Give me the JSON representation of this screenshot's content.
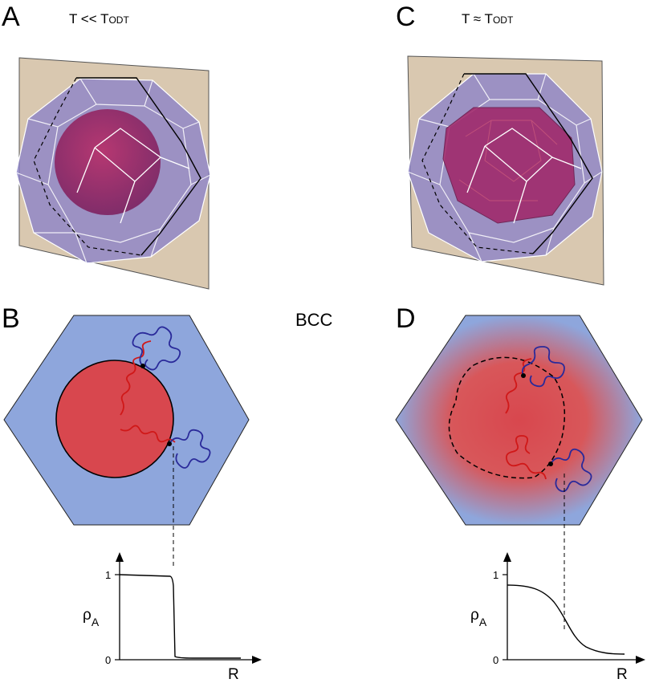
{
  "panels": {
    "A": {
      "letter": "A",
      "temp_main": "T << T",
      "temp_sub": "ODT"
    },
    "B": {
      "letter": "B"
    },
    "C": {
      "letter": "C",
      "temp_main": "T ≈ T",
      "temp_sub": "ODT"
    },
    "D": {
      "letter": "D"
    }
  },
  "center_label": "BCC",
  "plots": {
    "left": {
      "ylabel": "ρ",
      "ylabel_sub": "A",
      "xlabel": "R",
      "ytick_top": "1",
      "ytick_bottom": "0"
    },
    "right": {
      "ylabel": "ρ",
      "ylabel_sub": "A",
      "xlabel": "R",
      "ytick_top": "1",
      "ytick_bottom": "0"
    }
  },
  "colors": {
    "matrix_blue": "#8ea6dc",
    "core_red": "#d8474e",
    "cell_purple": "#8a82c8",
    "plane_tan": "#d9c8b0",
    "chain_blue": "#2a2a9a",
    "chain_red": "#d01818"
  }
}
